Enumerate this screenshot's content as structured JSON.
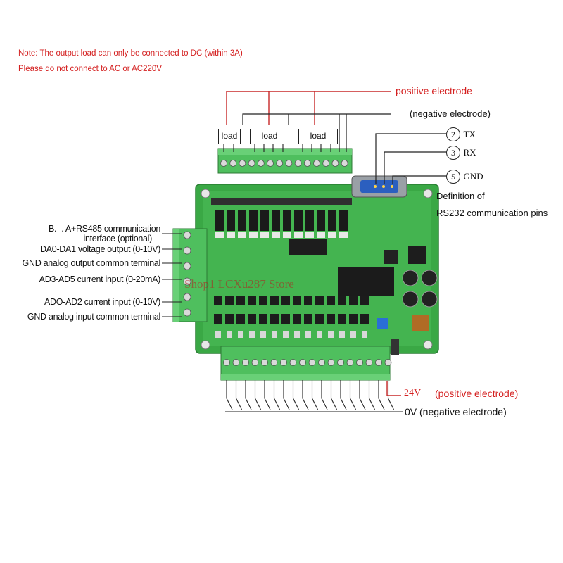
{
  "notes": {
    "line1": "Note: The output load can only be connected to DC (within 3A)",
    "line2": "Please do not connect to AC or AC220V"
  },
  "top_labels": {
    "positive": "positive electrode",
    "negative": "(negative electrode)",
    "load": "load"
  },
  "rs232": {
    "pins": [
      {
        "num": "2",
        "name": "TX"
      },
      {
        "num": "3",
        "name": "RX"
      },
      {
        "num": "5",
        "name": "GND"
      }
    ],
    "definition_line1": "Definition of",
    "definition_line2": "RS232 communication pins"
  },
  "left_labels": {
    "rs485_line1": "B. -. A+RS485 communication",
    "rs485_line2": "interface (optional)",
    "da_output": "DA0-DA1 voltage output (0-10V)",
    "gnd_output": "GND analog output common terminal",
    "ad_current": "AD3-AD5 current input (0-20mA)",
    "ad_voltage": "ADO-AD2 current input (0-10V)",
    "gnd_input": "GND analog input common terminal"
  },
  "bottom_labels": {
    "v24": "24V",
    "positive": "(positive electrode)",
    "zero_v": "0V (negative electrode)"
  },
  "watermark": "Shop1 LCXu287 Store",
  "colors": {
    "note_red": "#d42020",
    "wire_red": "#c82828",
    "board_green": "#3fae4a",
    "terminal_green": "#5cc46a"
  }
}
